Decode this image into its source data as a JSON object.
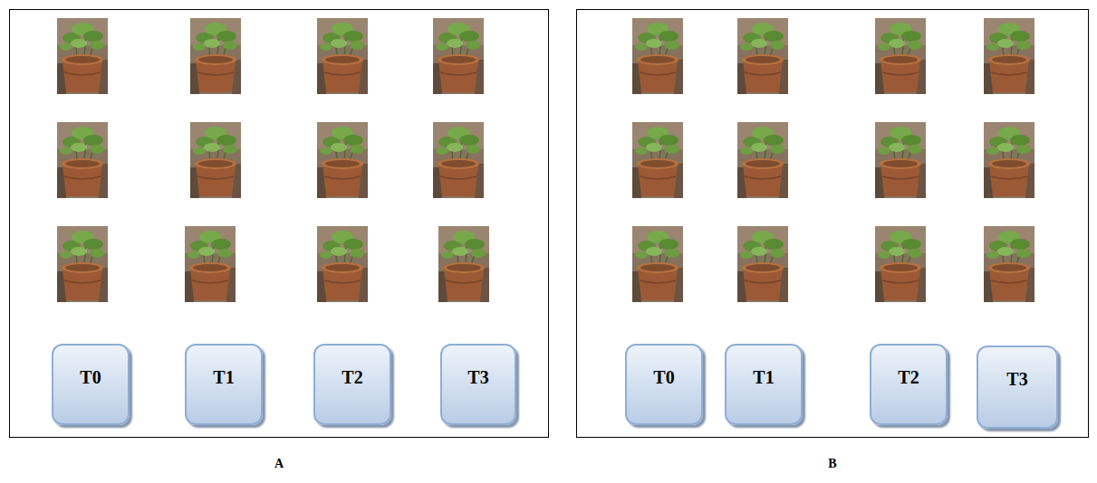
{
  "diagram": {
    "nodes": [
      {
        "text": [
          "A"
        ]
      },
      {
        "text": [
          "T0"
        ],
        "in": 0
      },
      {
        "text": [
          "T1"
        ],
        "in": 0
      },
      {
        "text": [
          "T2"
        ],
        "in": 0
      },
      {
        "text": [
          "T3"
        ],
        "in": 0
      },
      {
        "text": [
          "B"
        ]
      },
      {
        "text": [
          "T0"
        ],
        "in": 5
      },
      {
        "text": [
          "T1"
        ],
        "in": 5
      },
      {
        "text": [
          "T2"
        ],
        "in": 5
      },
      {
        "text": [
          "T3"
        ],
        "in": 5
      }
    ]
  }
}
